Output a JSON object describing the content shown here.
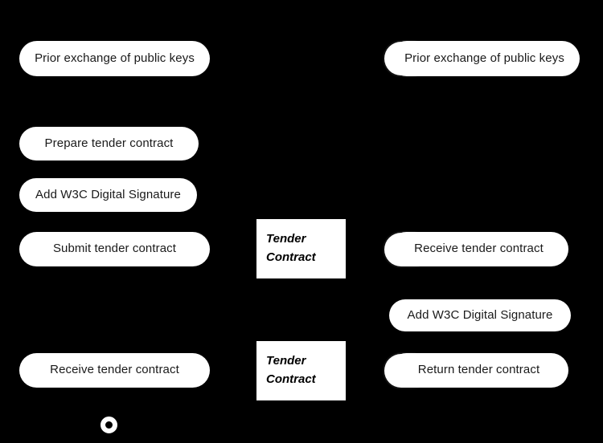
{
  "diagram": {
    "type": "uml-activity-diagram",
    "background_color": "#000000",
    "node_fill_color": "#ffffff",
    "node_text_color": "#1a1a1a",
    "object_text_color": "#000000"
  },
  "left_lane": {
    "nodes": [
      {
        "id": "left-prior-exchange",
        "label": "Prior exchange of public keys"
      },
      {
        "id": "left-prepare-tender",
        "label": "Prepare tender contract"
      },
      {
        "id": "left-add-signature",
        "label": "Add W3C Digital Signature"
      },
      {
        "id": "left-submit-tender",
        "label": "Submit tender contract"
      },
      {
        "id": "left-receive-tender",
        "label": "Receive tender contract"
      }
    ],
    "final_node": {
      "id": "activity-final-node",
      "label": ""
    }
  },
  "right_lane": {
    "nodes": [
      {
        "id": "right-prior-exchange",
        "label": "Prior exchange of public keys"
      },
      {
        "id": "right-receive-tender",
        "label": "Receive tender contract"
      },
      {
        "id": "right-add-signature",
        "label": "Add W3C Digital Signature"
      },
      {
        "id": "right-return-tender",
        "label": "Return tender contract"
      }
    ]
  },
  "object_nodes": [
    {
      "id": "tender-contract-top",
      "line1": "Tender",
      "line2": "Contract"
    },
    {
      "id": "tender-contract-bottom",
      "line1": "Tender",
      "line2": "Contract"
    }
  ]
}
